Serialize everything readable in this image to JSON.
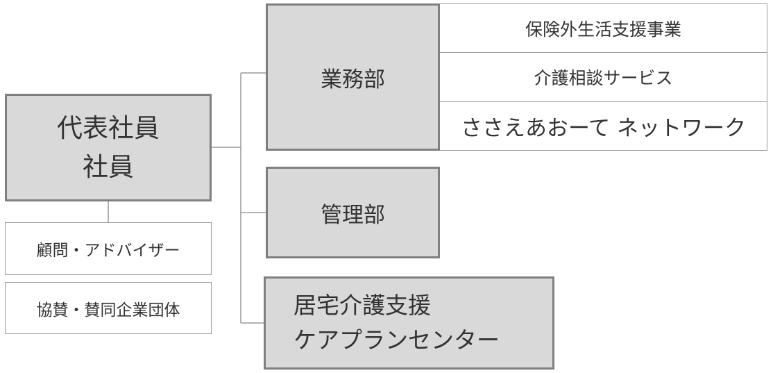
{
  "leadership": {
    "line1": "代表社員",
    "line2": "社員"
  },
  "advisors": {
    "label": "顧問・アドバイザー"
  },
  "sponsors": {
    "label": "協賛・賛同企業団体"
  },
  "departments": {
    "business": {
      "label": "業務部",
      "services": [
        "保険外生活支援事業",
        "介護相談サービス",
        "ささえあおーて ネットワーク"
      ]
    },
    "admin": {
      "label": "管理部"
    },
    "care_center": {
      "line1": "居宅介護支援",
      "line2": "ケアプランセンター"
    }
  },
  "colors": {
    "box_fill": "#d9d9d9",
    "box_border": "#7f7f7f",
    "line": "#999999",
    "text": "#333333"
  }
}
